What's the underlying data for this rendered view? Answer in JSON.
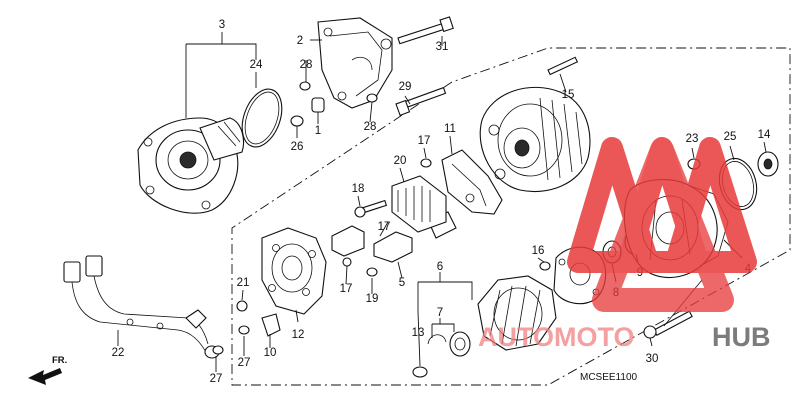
{
  "diagram": {
    "callouts": [
      "1",
      "2",
      "3",
      "4",
      "5",
      "6",
      "7",
      "8",
      "9",
      "10",
      "11",
      "12",
      "13",
      "14",
      "15",
      "16",
      "17",
      "18",
      "19",
      "20",
      "21",
      "22",
      "23",
      "24",
      "25",
      "26",
      "27",
      "28",
      "29",
      "30",
      "31"
    ],
    "code": "MCSEE1100",
    "direction_label": "FR.",
    "watermark": {
      "brand_part1": "AUTOMOTO",
      "brand_part2": "HUB",
      "colors": {
        "triangle": "#e83a3a",
        "text_light": "#f07c7c",
        "text_dark": "#4a4a4a"
      }
    }
  }
}
